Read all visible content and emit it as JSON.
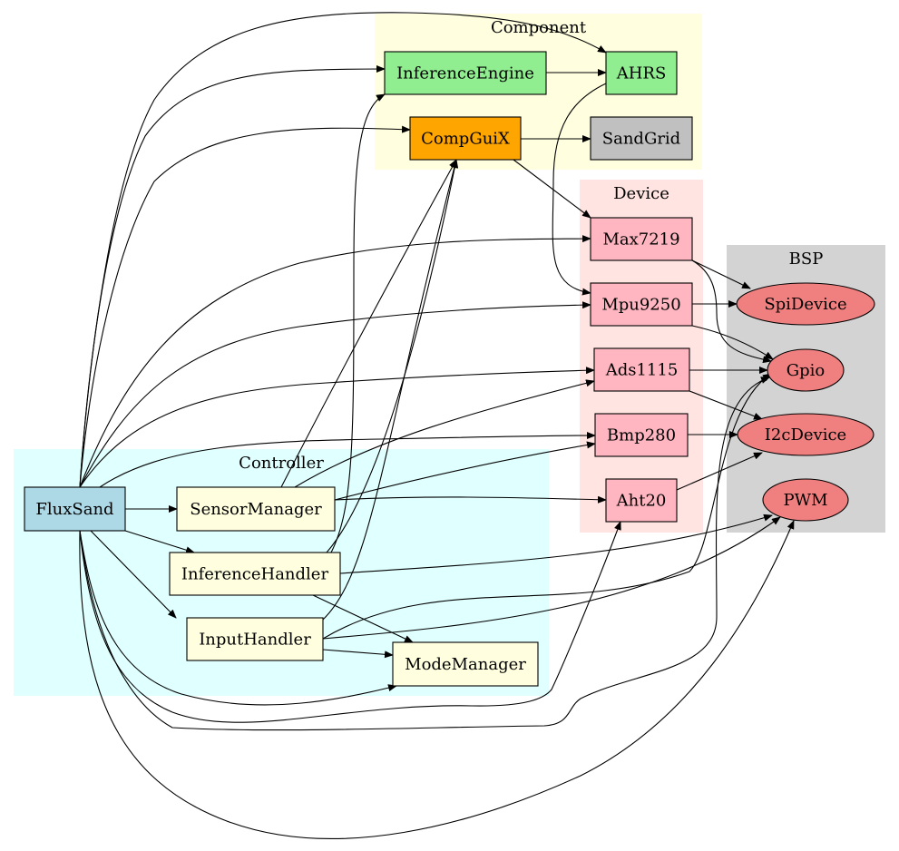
{
  "clusters": [
    {
      "id": "component",
      "label": "Component",
      "color": "#ffffe0"
    },
    {
      "id": "device",
      "label": "Device",
      "color": "#ffe4e1"
    },
    {
      "id": "bsp",
      "label": "BSP",
      "color": "#d3d3d3"
    },
    {
      "id": "controller",
      "label": "Controller",
      "color": "#e0ffff"
    }
  ],
  "nodes": [
    {
      "id": "InferenceEngine",
      "label": "InferenceEngine",
      "fill": "#90ee90"
    },
    {
      "id": "AHRS",
      "label": "AHRS",
      "fill": "#90ee90"
    },
    {
      "id": "CompGuiX",
      "label": "CompGuiX",
      "fill": "#ffa500"
    },
    {
      "id": "SandGrid",
      "label": "SandGrid",
      "fill": "#c0c0c0"
    },
    {
      "id": "Max7219",
      "label": "Max7219",
      "fill": "#ffb6c1"
    },
    {
      "id": "Mpu9250",
      "label": "Mpu9250",
      "fill": "#ffb6c1"
    },
    {
      "id": "Ads1115",
      "label": "Ads1115",
      "fill": "#ffb6c1"
    },
    {
      "id": "Bmp280",
      "label": "Bmp280",
      "fill": "#ffb6c1"
    },
    {
      "id": "Aht20",
      "label": "Aht20",
      "fill": "#ffb6c1"
    },
    {
      "id": "SpiDevice",
      "label": "SpiDevice",
      "fill": "#f08080"
    },
    {
      "id": "Gpio",
      "label": "Gpio",
      "fill": "#f08080"
    },
    {
      "id": "I2cDevice",
      "label": "I2cDevice",
      "fill": "#f08080"
    },
    {
      "id": "PWM",
      "label": "PWM",
      "fill": "#f08080"
    },
    {
      "id": "FluxSand",
      "label": "FluxSand",
      "fill": "#add8e6"
    },
    {
      "id": "SensorManager",
      "label": "SensorManager",
      "fill": "#ffffe0"
    },
    {
      "id": "InferenceHandler",
      "label": "InferenceHandler",
      "fill": "#ffffe0"
    },
    {
      "id": "InputHandler",
      "label": "InputHandler",
      "fill": "#ffffe0"
    },
    {
      "id": "ModeManager",
      "label": "ModeManager",
      "fill": "#ffffe0"
    }
  ],
  "edges": [
    {
      "from": "FluxSand",
      "to": "AHRS"
    },
    {
      "from": "FluxSand",
      "to": "InferenceEngine"
    },
    {
      "from": "FluxSand",
      "to": "CompGuiX"
    },
    {
      "from": "FluxSand",
      "to": "Max7219"
    },
    {
      "from": "FluxSand",
      "to": "Mpu9250"
    },
    {
      "from": "FluxSand",
      "to": "Ads1115"
    },
    {
      "from": "FluxSand",
      "to": "Bmp280"
    },
    {
      "from": "FluxSand",
      "to": "SensorManager"
    },
    {
      "from": "FluxSand",
      "to": "InferenceHandler"
    },
    {
      "from": "FluxSand",
      "to": "InputHandler"
    },
    {
      "from": "FluxSand",
      "to": "ModeManager"
    },
    {
      "from": "FluxSand",
      "to": "Aht20"
    },
    {
      "from": "FluxSand",
      "to": "Gpio"
    },
    {
      "from": "FluxSand",
      "to": "PWM"
    },
    {
      "from": "InferenceEngine",
      "to": "AHRS"
    },
    {
      "from": "CompGuiX",
      "to": "SandGrid"
    },
    {
      "from": "CompGuiX",
      "to": "Max7219"
    },
    {
      "from": "AHRS",
      "to": "Mpu9250"
    },
    {
      "from": "Max7219",
      "to": "SpiDevice"
    },
    {
      "from": "Max7219",
      "to": "Gpio"
    },
    {
      "from": "Mpu9250",
      "to": "SpiDevice"
    },
    {
      "from": "Mpu9250",
      "to": "Gpio"
    },
    {
      "from": "Ads1115",
      "to": "Gpio"
    },
    {
      "from": "Ads1115",
      "to": "I2cDevice"
    },
    {
      "from": "Bmp280",
      "to": "I2cDevice"
    },
    {
      "from": "Aht20",
      "to": "I2cDevice"
    },
    {
      "from": "SensorManager",
      "to": "CompGuiX"
    },
    {
      "from": "SensorManager",
      "to": "Ads1115"
    },
    {
      "from": "SensorManager",
      "to": "Bmp280"
    },
    {
      "from": "SensorManager",
      "to": "Aht20"
    },
    {
      "from": "InferenceHandler",
      "to": "CompGuiX"
    },
    {
      "from": "InferenceHandler",
      "to": "InferenceEngine"
    },
    {
      "from": "InferenceHandler",
      "to": "ModeManager"
    },
    {
      "from": "InferenceHandler",
      "to": "PWM"
    },
    {
      "from": "InputHandler",
      "to": "CompGuiX"
    },
    {
      "from": "InputHandler",
      "to": "ModeManager"
    },
    {
      "from": "InputHandler",
      "to": "Gpio"
    },
    {
      "from": "InputHandler",
      "to": "PWM"
    }
  ]
}
